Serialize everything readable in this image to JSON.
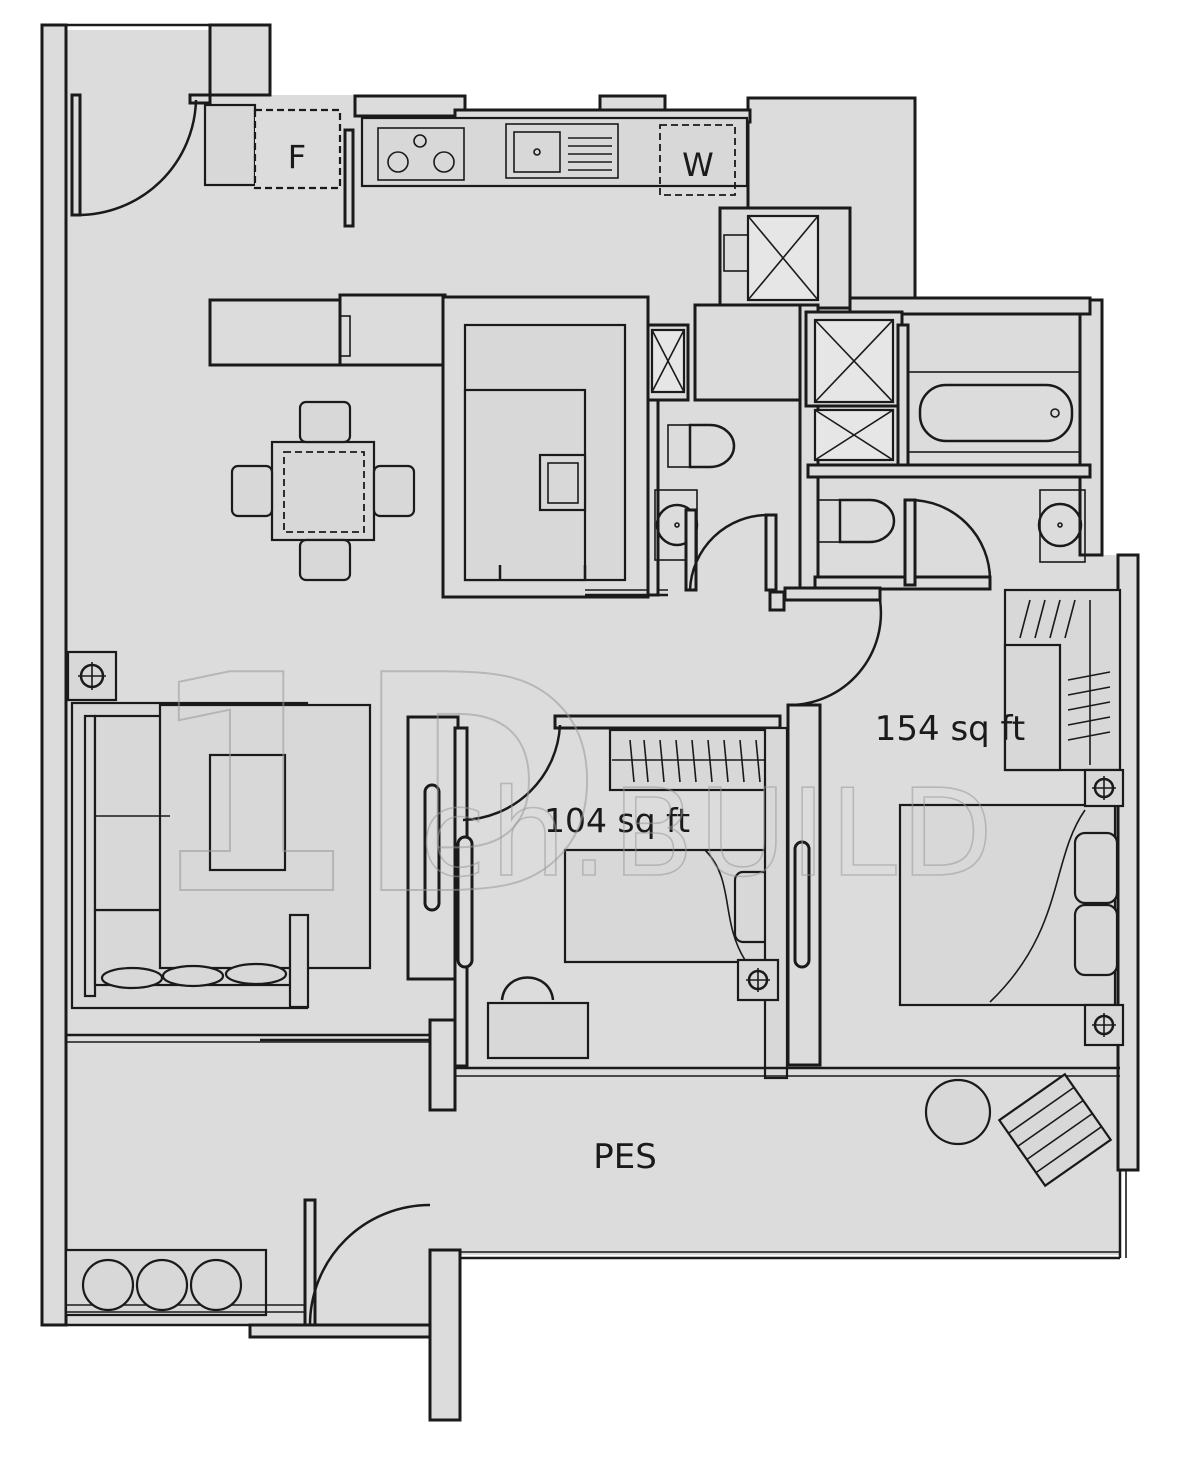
{
  "labels": {
    "fridge": "F",
    "washer": "W",
    "bedroom_2_area": "104 sq ft",
    "master_bedroom_area": "154 sq ft",
    "pes": "PES"
  },
  "watermark": {
    "text": "ch.BUILD",
    "monogram": "1D"
  }
}
